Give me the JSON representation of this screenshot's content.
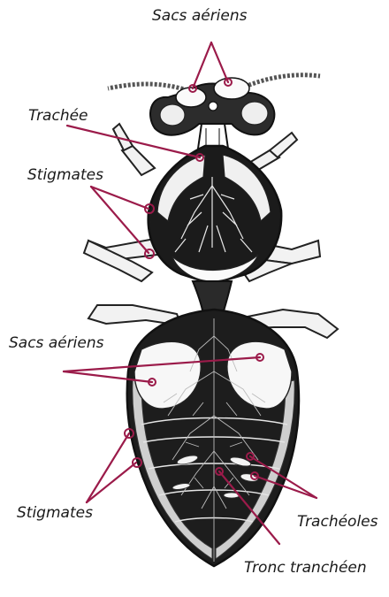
{
  "labels": {
    "sacs_top": "Sacs aériens",
    "trachee": "Trachée",
    "stigmates_top": "Stigmates",
    "sacs_mid": "Sacs aériens",
    "stigmates_bottom": "Stigmates",
    "tracheoles": "Trachéoles",
    "tronc": "Tronc tranchéen"
  },
  "colors": {
    "leader": "#9b1b4a",
    "ink": "#1a1a1a",
    "paper": "#ffffff",
    "shade": "#5a5a5a"
  }
}
